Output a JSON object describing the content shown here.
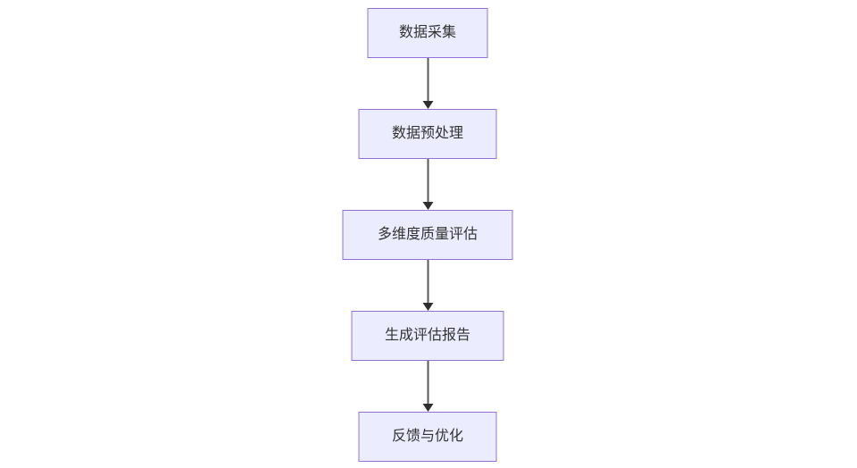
{
  "page": {
    "background": "#ffffff"
  },
  "flowchart": {
    "type": "flowchart",
    "direction": "top-down",
    "node_fill": "#ECECFF",
    "node_border": "#9370DB",
    "text_color": "#333333",
    "edge_line_color": "#595959",
    "edge_head_color": "#2e2e2e",
    "nodes": [
      {
        "label": "数据采集"
      },
      {
        "label": "数据预处理"
      },
      {
        "label": "多维度质量评估"
      },
      {
        "label": "生成评估报告"
      },
      {
        "label": "反馈与优化"
      }
    ],
    "edges": [
      {
        "from": 0,
        "to": 1
      },
      {
        "from": 1,
        "to": 2
      },
      {
        "from": 2,
        "to": 3
      },
      {
        "from": 3,
        "to": 4
      }
    ]
  }
}
